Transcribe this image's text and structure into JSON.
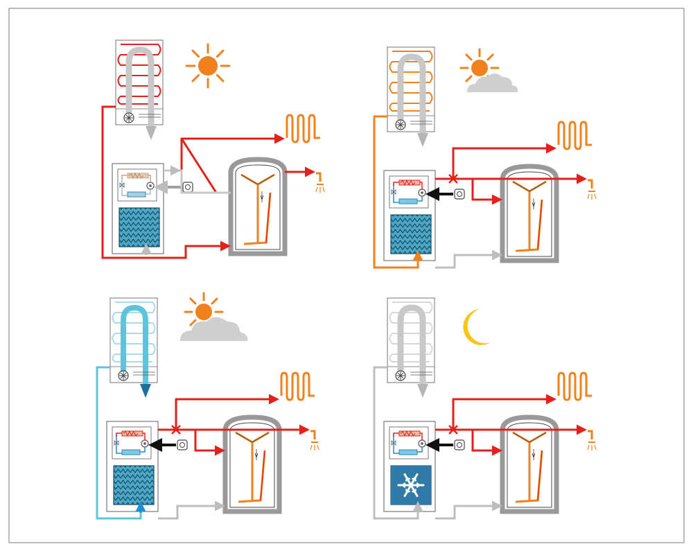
{
  "diagram": {
    "type": "heat-pump-operating-modes",
    "panel_count": 4,
    "panels": [
      {
        "id": "sunny",
        "weather_icon": "sun-icon",
        "collector_state": "hot",
        "ice_tank_state": "liquid",
        "heat_pump_active": false,
        "source_line_color": "#e3201b"
      },
      {
        "id": "sun-cloud",
        "weather_icon": "sun-cloud-icon",
        "collector_state": "warm",
        "ice_tank_state": "liquid",
        "heat_pump_active": true,
        "source_line_color": "#f0821e"
      },
      {
        "id": "cloudy",
        "weather_icon": "cloud-sun-icon",
        "collector_state": "cold",
        "ice_tank_state": "liquid",
        "heat_pump_active": true,
        "source_line_color": "#5ec4dc"
      },
      {
        "id": "night",
        "weather_icon": "moon-icon",
        "collector_state": "off",
        "ice_tank_state": "frozen",
        "heat_pump_active": true,
        "source_line_color": "#bdbdbd"
      }
    ],
    "colors": {
      "hot_line": "#e3201b",
      "warm_line": "#f0821e",
      "cold_line": "#5ec4dc",
      "return_line": "#bdbdbd",
      "sun": "#f0821e",
      "moon": "#f7c51c",
      "cloud": "#cfcfcf",
      "water_tank": "#4aa9c9",
      "frame": "#7a7a7a"
    }
  }
}
